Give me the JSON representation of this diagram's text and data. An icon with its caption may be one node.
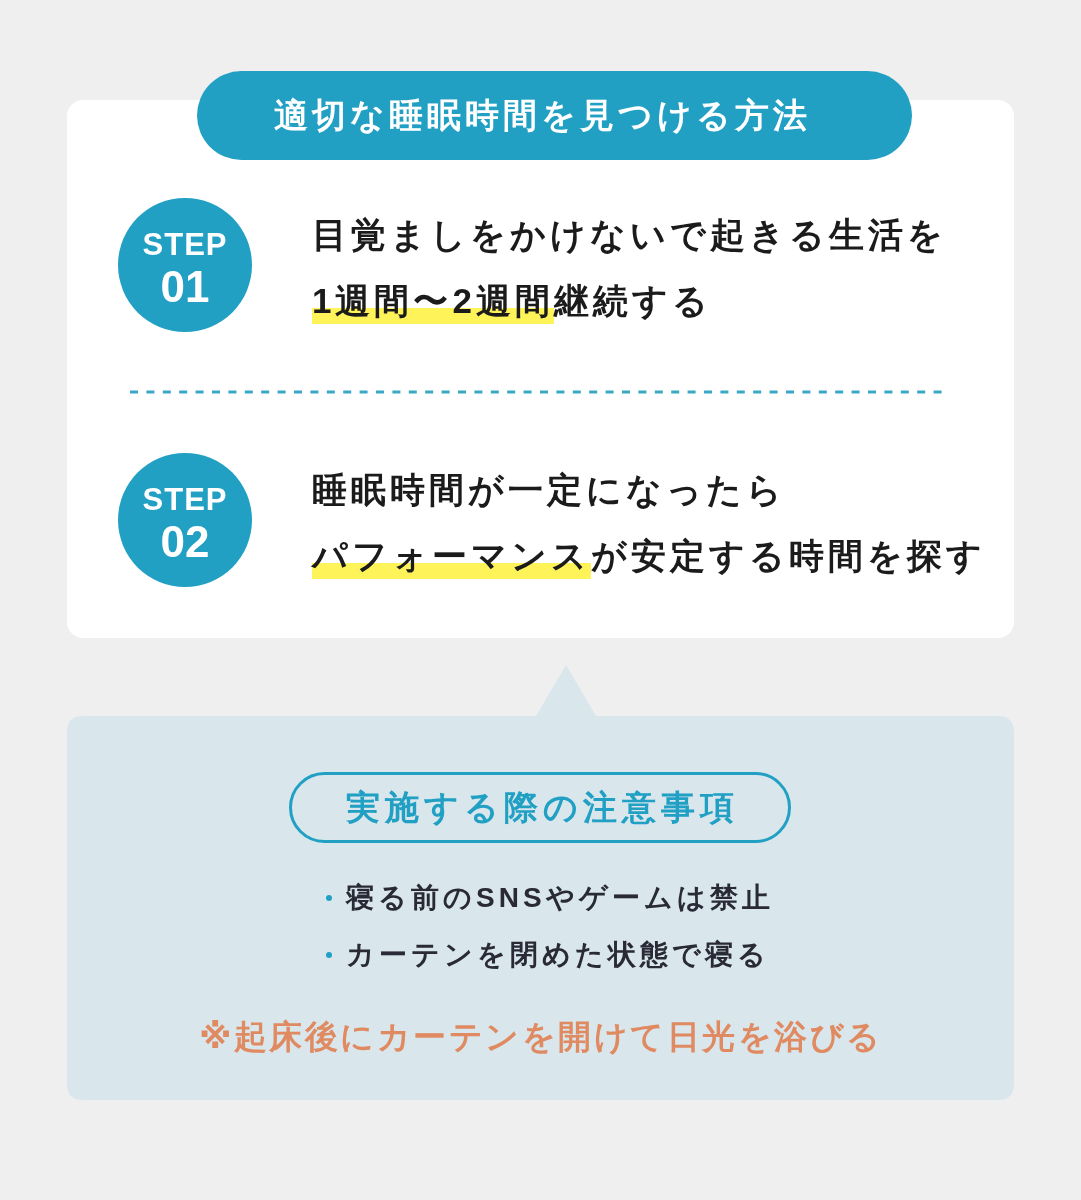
{
  "diagram": {
    "nodes": [
      {
        "text": [],
        "shape": "box"
      },
      {
        "text": [
          "適切な睡眠時間を見つける方法"
        ]
      },
      {
        "text": [
          "STEP",
          "01"
        ],
        "beside": [
          "目覚ましをかけないで起きる生活を1週間〜2週間継続する"
        ],
        "in": 0
      },
      {
        "text": [
          "STEP",
          "02"
        ],
        "beside": [
          "睡眠時間が一定になったらパフォーマンスが安定する時間を探す"
        ],
        "in": 0
      },
      {
        "text": [
          "寝る前のSNSやゲームは禁止",
          "カーテンを閉めた状態で寝る",
          "※起床後にカーテンを開けて日光を浴びる"
        ]
      },
      {
        "text": [
          "実施する際の注意事項"
        ],
        "in": 4
      }
    ]
  }
}
